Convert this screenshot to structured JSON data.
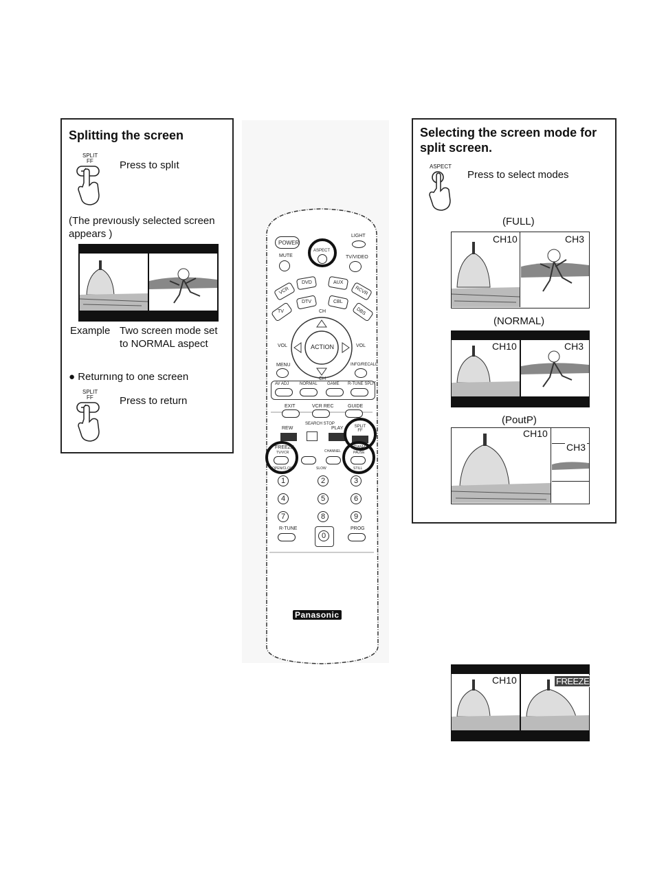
{
  "left_panel": {
    "title": "Splitting the screen",
    "split_button_label": "SPLIT",
    "split_button_sub": "FF",
    "press_to_split": "Press to splıt",
    "previous_note": "(The prevıously selected screen appears )",
    "example_label": "Example",
    "example_text": "Two screen mode set to NORMAL aspect",
    "returning_bullet": "● Returnıng to one screen",
    "press_to_return": "Press to return"
  },
  "right_panel": {
    "title": "Selecting the screen mode for split screen.",
    "aspect_button_label": "ASPECT",
    "press_to_select": "Press to select modes",
    "modes": [
      {
        "label": "(FULL)",
        "left_channel": "CH10",
        "right_channel": "CH3"
      },
      {
        "label": "(NORMAL)",
        "left_channel": "CH10",
        "right_channel": "CH3"
      },
      {
        "label": "(PoutP)",
        "left_channel": "CH10",
        "right_channel": "CH3"
      }
    ]
  },
  "freeze_example": {
    "channel": "CH10",
    "badge": "FREEZE"
  },
  "remote": {
    "brand": "Panasonic",
    "power": "POWER",
    "aspect": "ASPECT",
    "light": "LIGHT",
    "mute": "MUTE",
    "tv_video": "TV/VIDEO",
    "source_row1": [
      "VCR",
      "DVD",
      "AUX",
      "RCVR"
    ],
    "source_row2": [
      "TV",
      "DTV",
      "CBL",
      "DBS"
    ],
    "ch": "CH",
    "action": "ACTION",
    "vol": "VOL",
    "menu": "MENU",
    "info_recall": "INFO/RECALL",
    "function_row": [
      "AV ADJ",
      "NORMAL",
      "GAME",
      "R-TUNE SPLIT"
    ],
    "exit": "EXIT",
    "vcr_rec": "VCR REC",
    "guide": "GUIDE",
    "rew": "REW",
    "search_stop": "SEARCH STOP",
    "play": "PLAY",
    "split_ff": "SPLIT FF",
    "freeze": "FREEZE",
    "tv_vcr": "TV/VCR",
    "open_close": "OPEN/CLOSE",
    "channel": "CHANNEL",
    "slow": "SLOW",
    "swap": "SWAP",
    "pause": "PAUSE",
    "still": "STILL",
    "digits": [
      "1",
      "2",
      "3",
      "4",
      "5",
      "6",
      "7",
      "8",
      "9",
      "0"
    ],
    "r_tune": "R-TUNE",
    "prog": "PROG"
  }
}
